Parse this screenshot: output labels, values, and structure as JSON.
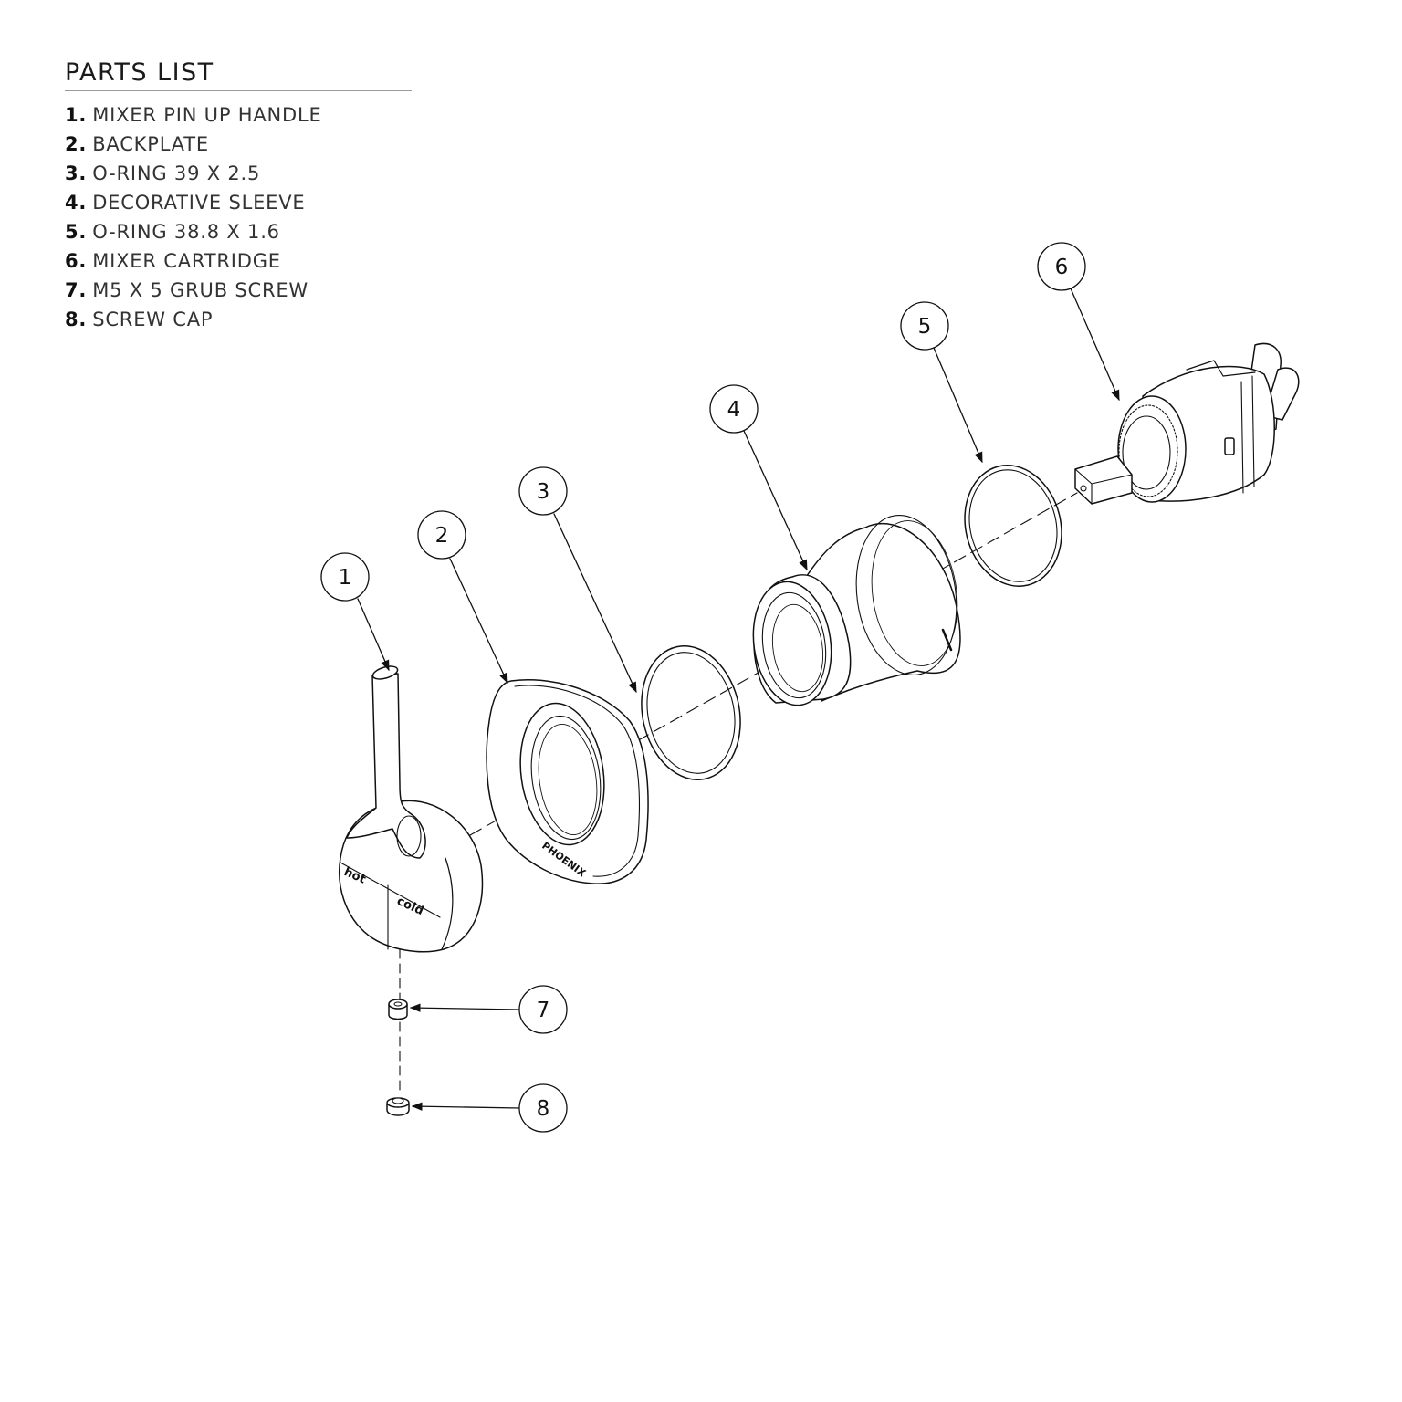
{
  "parts_list": {
    "title": "PARTS LIST",
    "items": [
      {
        "num": "1.",
        "label": "MIXER PIN UP HANDLE"
      },
      {
        "num": "2.",
        "label": "BACKPLATE"
      },
      {
        "num": "3.",
        "label": "O-RING 39 X 2.5"
      },
      {
        "num": "4.",
        "label": "DECORATIVE SLEEVE"
      },
      {
        "num": "5.",
        "label": "O-RING 38.8 X 1.6"
      },
      {
        "num": "6.",
        "label": "MIXER CARTRIDGE"
      },
      {
        "num": "7.",
        "label": "M5 X 5 GRUB SCREW"
      },
      {
        "num": "8.",
        "label": "SCREW CAP"
      }
    ]
  },
  "callouts": [
    "1",
    "2",
    "3",
    "4",
    "5",
    "6",
    "7",
    "8"
  ],
  "handle": {
    "hot_label": "hot",
    "cold_label": "cold"
  },
  "backplate": {
    "brand": "PHOENIX"
  },
  "colors": {
    "line": "#111111",
    "background": "#ffffff"
  }
}
